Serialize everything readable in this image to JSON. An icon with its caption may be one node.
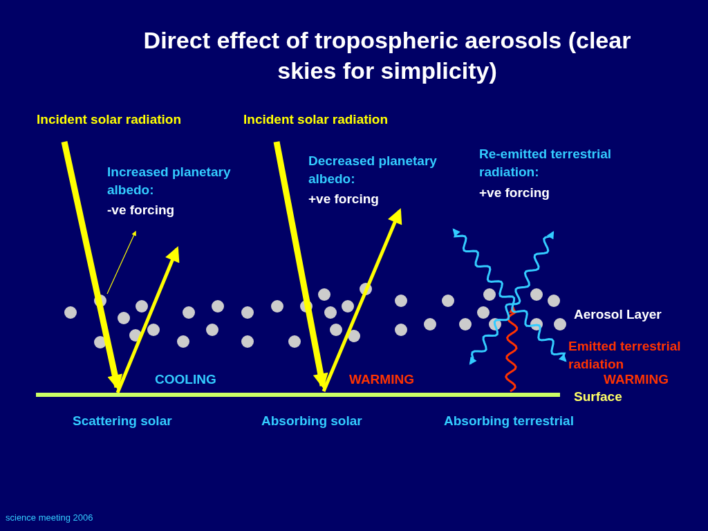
{
  "diagram": {
    "title": "Direct effect of tropospheric aerosols (clear skies for simplicity)",
    "labels": [
      "Incident solar radiation",
      "Incident solar radiation",
      "Re-emitted terrestrial radiation:",
      "+ve forcing",
      "Increased planetary albedo:",
      "-ve forcing",
      "Decreased planetary albedo:",
      "+ve forcing",
      "Aerosol Layer",
      "Emitted terrestrial radiation",
      "COOLING",
      "WARMING",
      "WARMING",
      "Surface",
      "Scattering solar",
      "Absorbing solar",
      "Absorbing terrestrial"
    ],
    "caption": "science meeting 2006"
  }
}
